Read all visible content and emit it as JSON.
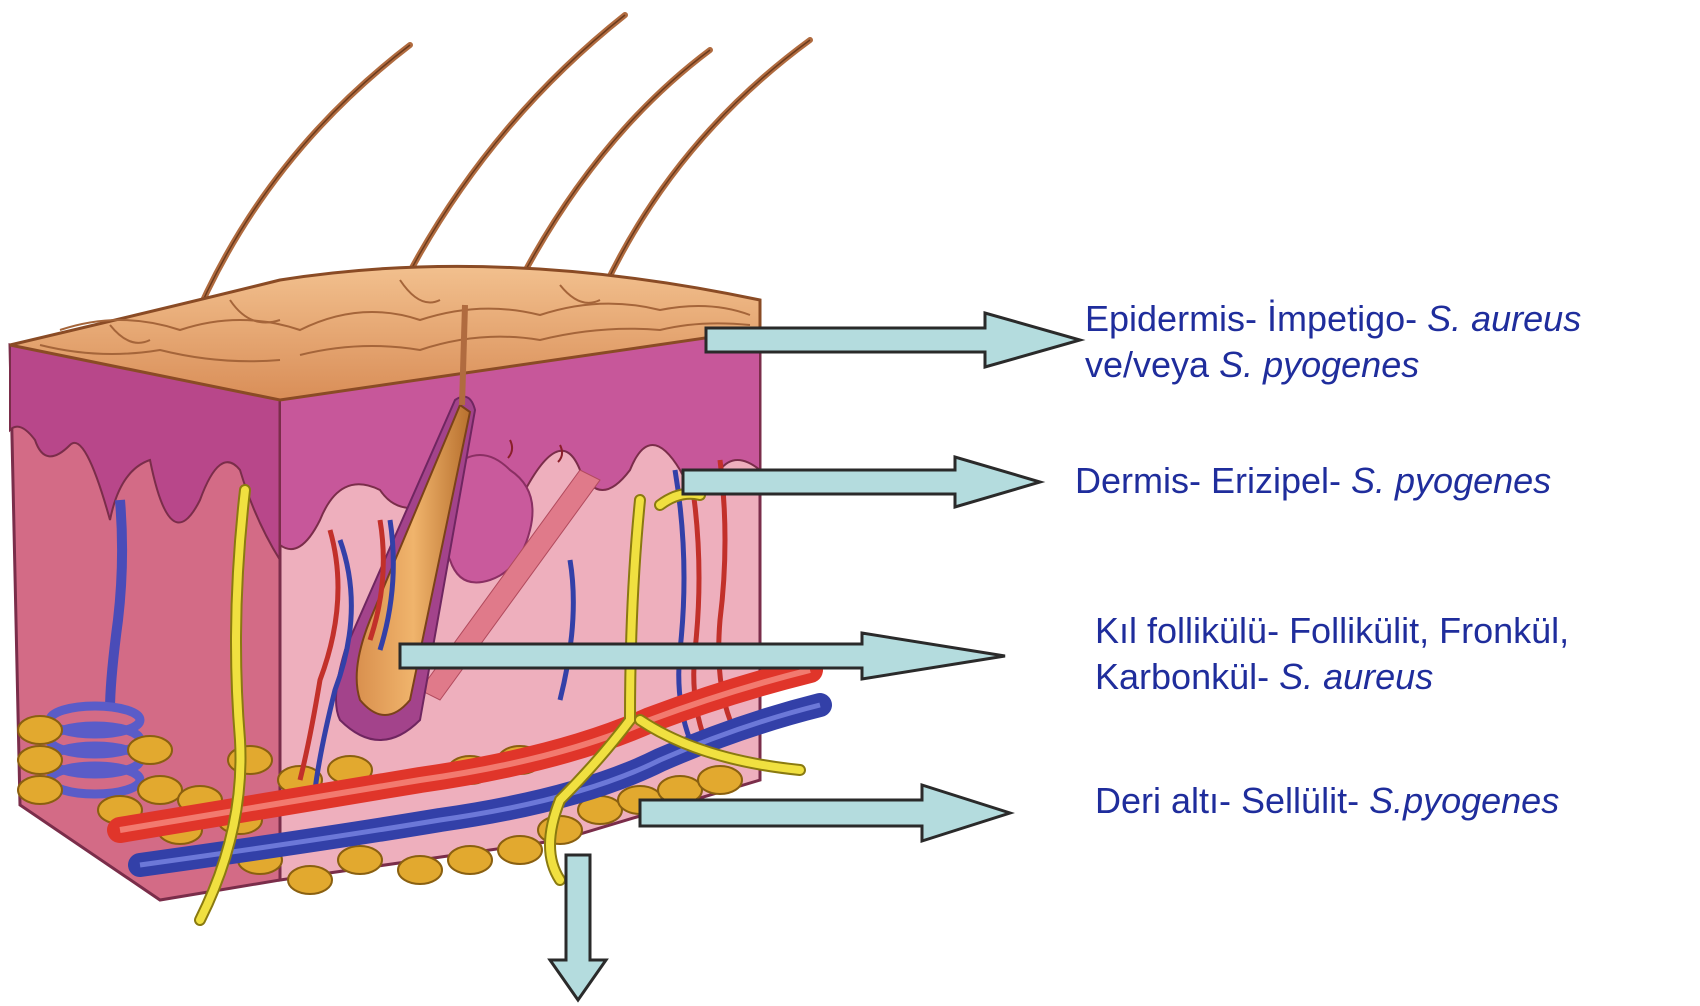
{
  "annotations": {
    "epidermis": {
      "text": "Epidermis- İmpetigo- ",
      "organism": "S. aureus",
      "text2": "ve/veya ",
      "organism2": "S. pyogenes"
    },
    "dermis": {
      "text": "Dermis- Erizipel- ",
      "organism": "S. pyogenes"
    },
    "follicle": {
      "text": "Kıl follikülü- Follikülit, Fronkül,",
      "text2": "Karbonkül- ",
      "organism": "S. aureus"
    },
    "subcutaneous": {
      "text": "Deri altı- Sellülit- ",
      "organism": "S.pyogenes"
    }
  },
  "colors": {
    "label_text": "#1f2d9c",
    "arrow_fill": "#b4dcde",
    "arrow_stroke": "#2a2a2a",
    "skin_top": "#e7ab74",
    "epidermis_layer": "#c25691",
    "dermis": "#ecaab8",
    "hair": "#b06b3f",
    "artery": "#e0352a",
    "vein": "#3340a8",
    "nerve": "#f0e040",
    "fat": "#e2a92f"
  }
}
